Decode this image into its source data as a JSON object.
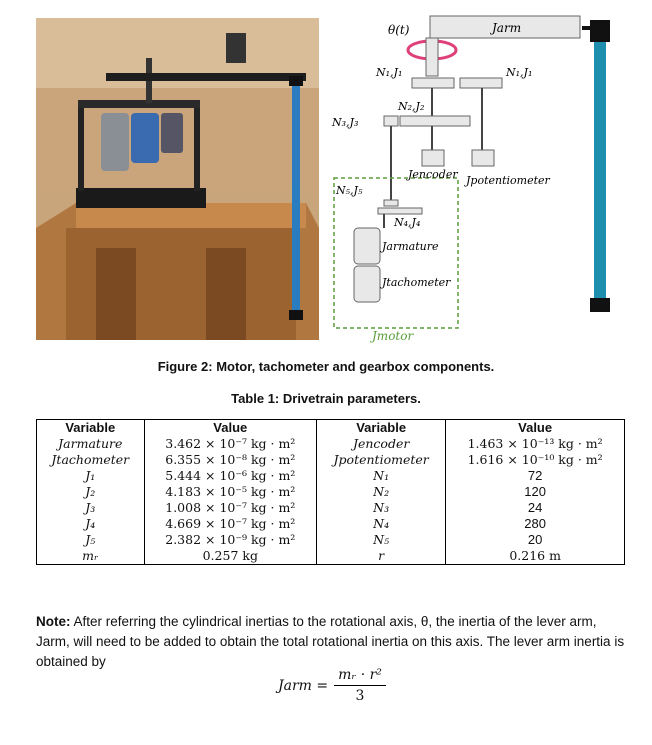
{
  "figure": {
    "caption": "Figure 2: Motor, tachometer and gearbox components.",
    "diagram_labels": {
      "theta": "θ(t)",
      "j_arm": "Jarm",
      "n1j1_left": "N₁,J₁",
      "n1j1_right": "N₁,J₁",
      "n2j2": "N₂,J₂",
      "n3j3": "N₃,J₃",
      "j_encoder": "Jencoder",
      "j_potentiometer": "Jpotentiometer",
      "n5j5": "N₅,J₅",
      "n4j4": "N₄,J₄",
      "j_armature": "Jarmature",
      "j_tachometer": "Jtachometer",
      "j_motor": "Jmotor"
    },
    "colors": {
      "motor_box": "#5a9e3a",
      "arm_rod": "#1f8fb0",
      "rotation": "#e0407a"
    }
  },
  "table": {
    "caption": "Table 1: Drivetrain parameters.",
    "headers": [
      "Variable",
      "Value",
      "Variable",
      "Value"
    ],
    "rows": [
      [
        "Jarmature",
        "3.462 × 10⁻⁷ kg · m²",
        "Jencoder",
        "1.463 × 10⁻¹³ kg · m²"
      ],
      [
        "Jtachometer",
        "6.355 × 10⁻⁸ kg · m²",
        "Jpotentiometer",
        "1.616 × 10⁻¹⁰ kg · m²"
      ],
      [
        "J₁",
        "5.444 × 10⁻⁶ kg · m²",
        "N₁",
        "72"
      ],
      [
        "J₂",
        "4.183 × 10⁻⁵ kg · m²",
        "N₂",
        "120"
      ],
      [
        "J₃",
        "1.008 × 10⁻⁷ kg · m²",
        "N₃",
        "24"
      ],
      [
        "J₄",
        "4.669 × 10⁻⁷ kg · m²",
        "N₄",
        "280"
      ],
      [
        "J₅",
        "2.382 × 10⁻⁹ kg · m²",
        "N₅",
        "20"
      ],
      [
        "mᵣ",
        "0.257 kg",
        "r",
        "0.216 m"
      ]
    ]
  },
  "note": {
    "label": "Note:",
    "text": "After referring the cylindrical inertias to the rotational axis, θ, the inertia of the lever arm, Jarm, will need to be added to obtain the total rotational inertia on this axis. The lever arm inertia is obtained by"
  },
  "equation": {
    "lhs": "Jarm =",
    "numerator": "mᵣ · r²",
    "denominator": "3"
  }
}
